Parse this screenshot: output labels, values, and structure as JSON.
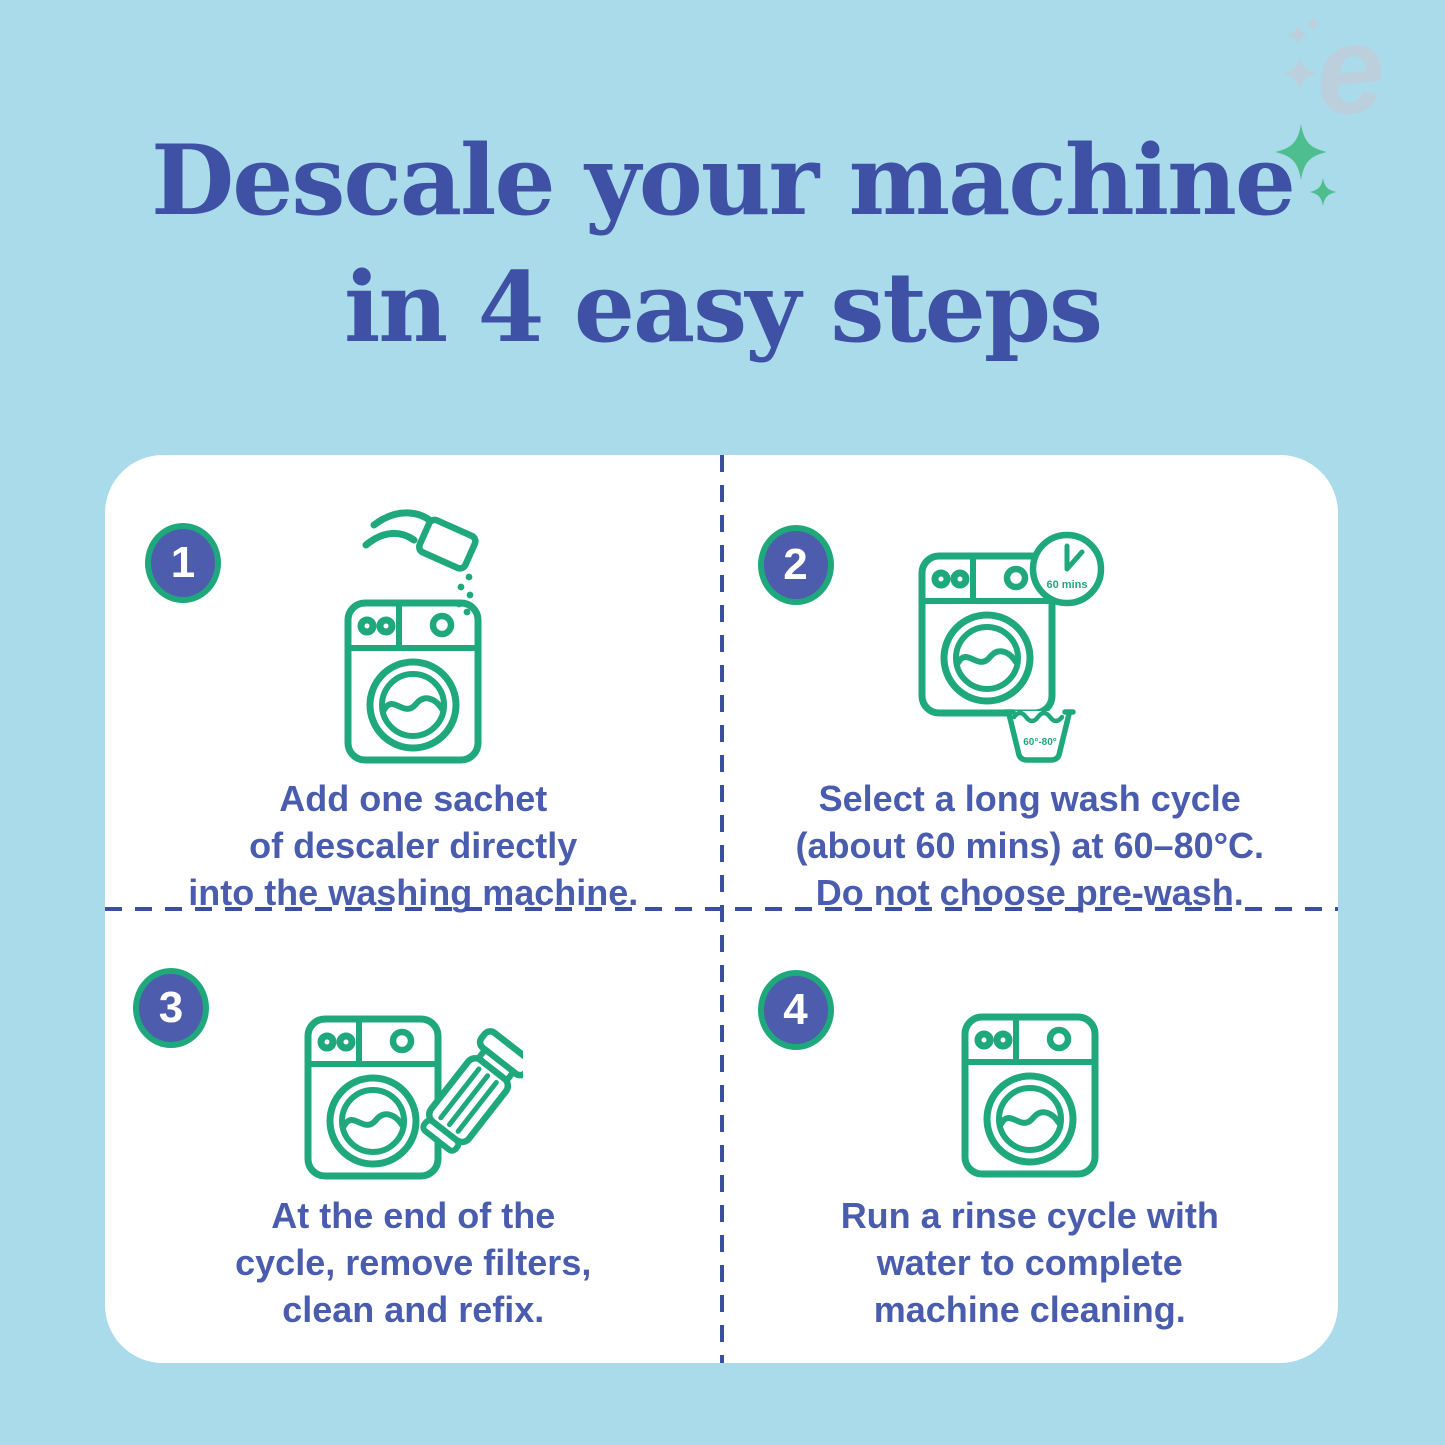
{
  "title": {
    "line1": "Descale your machine",
    "line2": "in 4 easy steps"
  },
  "watermark": {
    "letter": "e"
  },
  "colors": {
    "background": "#a9dbeb",
    "card": "#ffffff",
    "title_text": "#3f51a4",
    "body_text": "#4a5cae",
    "icon_green": "#1fa87c",
    "badge_blue": "#4d5cac",
    "sparkle_green": "#4fbe8e",
    "watermark_gray_blue": "#bccfdc",
    "dash_line": "#3b4fa0"
  },
  "steps": [
    {
      "number": "1",
      "icon": "washing-machine-add-sachet-icon",
      "lines": [
        "Add one sachet",
        "of descaler directly",
        "into the washing machine."
      ]
    },
    {
      "number": "2",
      "icon": "washing-machine-timer-icon",
      "clock_label": "60 mins",
      "temp_label": "60°-80°",
      "lines": [
        "Select a long wash cycle",
        "(about 60 mins) at 60–80°C.",
        "Do not choose pre-wash."
      ]
    },
    {
      "number": "3",
      "icon": "washing-machine-filter-icon",
      "lines": [
        "At the end of the",
        "cycle, remove filters,",
        "clean and refix."
      ]
    },
    {
      "number": "4",
      "icon": "washing-machine-icon",
      "lines": [
        "Run a rinse cycle with",
        "water to complete",
        "machine cleaning."
      ]
    }
  ]
}
